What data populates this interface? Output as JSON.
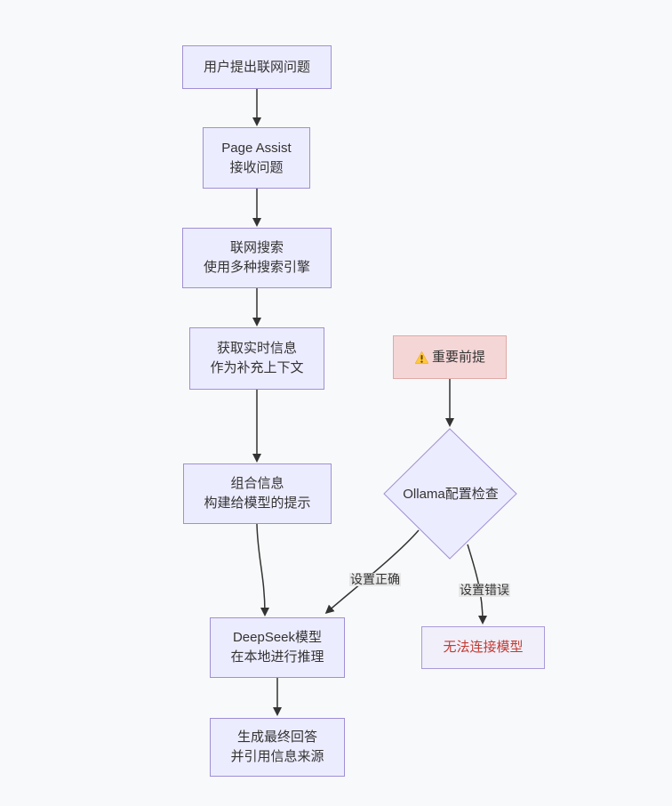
{
  "diagram": {
    "title": "Page Assist networked Q&A flowchart",
    "nodes": {
      "user_question": {
        "line1": "用户提出联网问题"
      },
      "page_assist": {
        "line1": "Page Assist",
        "line2": "接收问题"
      },
      "web_search": {
        "line1": "联网搜索",
        "line2": "使用多种搜索引擎"
      },
      "realtime_info": {
        "line1": "获取实时信息",
        "line2": "作为补充上下文"
      },
      "combine_info": {
        "line1": "组合信息",
        "line2": "构建给模型的提示"
      },
      "deepseek": {
        "line1": "DeepSeek模型",
        "line2": "在本地进行推理"
      },
      "final_answer": {
        "line1": "生成最终回答",
        "line2": "并引用信息来源"
      },
      "warning": {
        "icon": "warning-icon",
        "label": "重要前提"
      },
      "ollama_check": {
        "label": "Ollama配置检查"
      },
      "connect_fail": {
        "label": "无法连接模型"
      }
    },
    "edge_labels": {
      "correct": "设置正确",
      "wrong": "设置错误"
    },
    "colors": {
      "background": "#f8f9fa",
      "node_fill": "#ececff",
      "node_border": "#9f8fd6",
      "warning_fill": "#f5d6d6",
      "warning_border": "#e0a8a8",
      "fail_fill": "#f0effa",
      "fail_text": "#c43a32",
      "edge": "#333333",
      "edge_label_bg": "#e8e8e8",
      "text": "#333333",
      "warning_icon_fill": "#ffc83d",
      "warning_icon_mark": "#664500"
    }
  }
}
